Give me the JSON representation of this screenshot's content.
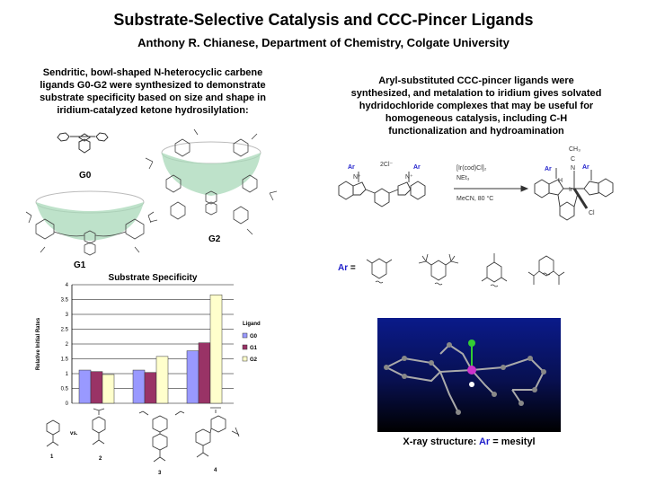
{
  "header": {
    "title": "Substrate-Selective Catalysis and CCC-Pincer Ligands",
    "subtitle": "Anthony R. Chianese, Department of Chemistry, Colgate University"
  },
  "left": {
    "intro_lines": [
      "Sendritic, bowl-shaped N-heterocyclic carbene",
      "ligands G0-G2 were synthesized to demonstrate",
      "substrate specificity based on size and shape in",
      "iridium-catalyzed ketone hydrosilylation:"
    ],
    "ligand_labels": {
      "g0": "G0",
      "g1": "G1",
      "g2": "G2"
    },
    "bowl_color": "#a8d8b8",
    "substrates": {
      "vs_label": "vs.",
      "numbers": [
        "1",
        "2",
        "3",
        "4"
      ]
    }
  },
  "right": {
    "intro_lines": [
      "Aryl-substituted CCC-pincer ligands were",
      "synthesized, and metalation to iridium gives solvated",
      "hydridochloride complexes that may be useful for",
      "homogeneous catalysis, including C-H",
      "functionalization and hydroamination"
    ],
    "scheme": {
      "ar_label": "Ar",
      "counterion": "2Cl⁻",
      "reagent1": "[Ir(cod)Cl]₂",
      "reagent2": "NEt₃",
      "conditions": "MeCN, 80 °C",
      "ch3": "CH₃",
      "c": "C",
      "n": "N",
      "ir": "Ir",
      "h": "H",
      "cl": "Cl",
      "nplus": "N⁺"
    },
    "ar_definition": {
      "label": "Ar",
      "equals": "="
    },
    "xray": {
      "caption_prefix": "X-ray structure: ",
      "caption_ar": "Ar",
      "caption_suffix": " = mesityl"
    }
  },
  "accent_colors": {
    "ar_blue": "#2222cc",
    "g0": "#9999ff",
    "g1": "#993366",
    "g2": "#ffffcc"
  },
  "chart_data": {
    "type": "bar",
    "title": "Substrate Specificity",
    "xlabel": "",
    "ylabel": "Relative Initial Rates",
    "ylim": [
      0,
      4
    ],
    "yticks": [
      "0",
      "0.5",
      "1",
      "1.5",
      "2",
      "2.5",
      "3",
      "3.5",
      "4"
    ],
    "categories": [
      "2 vs 1",
      "3 vs 1",
      "4 vs 1"
    ],
    "legend_title": "Ligand",
    "legend_position": "right",
    "grid": true,
    "series": [
      {
        "name": "G0",
        "color": "#9999ff",
        "values": [
          1.12,
          1.12,
          1.77
        ]
      },
      {
        "name": "G1",
        "color": "#993366",
        "values": [
          1.07,
          1.04,
          2.04
        ]
      },
      {
        "name": "G2",
        "color": "#ffffcc",
        "values": [
          0.97,
          1.58,
          3.66
        ]
      }
    ]
  }
}
